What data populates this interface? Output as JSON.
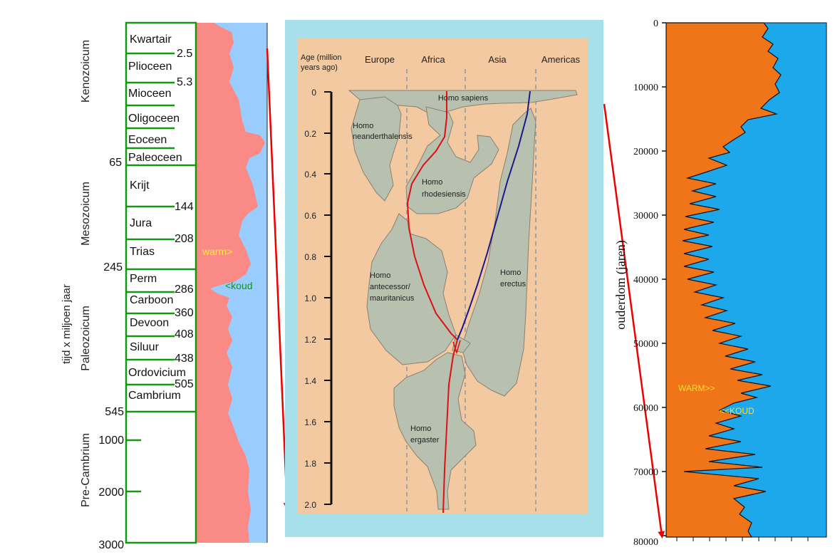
{
  "left": {
    "y_title": "tijd x miljoen jaar",
    "eras": [
      {
        "name": "Kenozoicum"
      },
      {
        "name": "Mesozoicum"
      },
      {
        "name": "Paleozoicum"
      },
      {
        "name": "Pre-Cambrium"
      }
    ],
    "periods": [
      "Kwartair",
      "Plioceen",
      "Mioceen",
      "Oligoceen",
      "Eoceen",
      "Paleoceen",
      "Krijt",
      "Jura",
      "Trias",
      "Perm",
      "Carboon",
      "Devoon",
      "Siluur",
      "Ordovicium",
      "Cambrium"
    ],
    "inner_ages": [
      "2.5",
      "5.3",
      "144",
      "208",
      "286",
      "360",
      "408",
      "438",
      "505"
    ],
    "outer_ages": [
      "65",
      "245",
      "545",
      "1000",
      "2000",
      "3000"
    ],
    "warm_label": "warm>",
    "cold_label": "<koud",
    "colors": {
      "warm": "#f98a86",
      "cold": "#99ccff",
      "frame": "#119911",
      "warm_text": "#ffee33",
      "cold_text": "#119911"
    }
  },
  "middle": {
    "axis_title_line1": "Age (million",
    "axis_title_line2": "years ago)",
    "regions": [
      "Europe",
      "Africa",
      "Asia",
      "Americas"
    ],
    "ticks": [
      "0",
      "0.2",
      "0.4",
      "0.6",
      "0.8",
      "1.0",
      "1.2",
      "1.4",
      "1.6",
      "1.8",
      "2.0"
    ],
    "species": [
      {
        "lines": [
          "Homo sapiens"
        ]
      },
      {
        "lines": [
          "Homo",
          "neanderthalensis"
        ]
      },
      {
        "lines": [
          "Homo",
          "rhodesiensis"
        ]
      },
      {
        "lines": [
          "Homo",
          "antecessor/",
          "mauritanicus"
        ]
      },
      {
        "lines": [
          "Homo",
          "erectus"
        ]
      },
      {
        "lines": [
          "Homo",
          "ergaster"
        ]
      }
    ],
    "colors": {
      "frame": "#a6e0ea",
      "background": "#f2c9a0",
      "blob": "#b8c0b0",
      "red_line": "#dd1111",
      "blue_line": "#1a1a88"
    }
  },
  "right": {
    "ylabel": "ouderdom (jaren)",
    "ticks": [
      "0",
      "10000",
      "20000",
      "30000",
      "40000",
      "50000",
      "60000",
      "70000",
      "80000"
    ],
    "warm_label": "WARM>>",
    "cold_label": "<<KOUD",
    "colors": {
      "warm": "#f07518",
      "cold": "#1ea8ec",
      "label": "#ffdd33"
    }
  }
}
